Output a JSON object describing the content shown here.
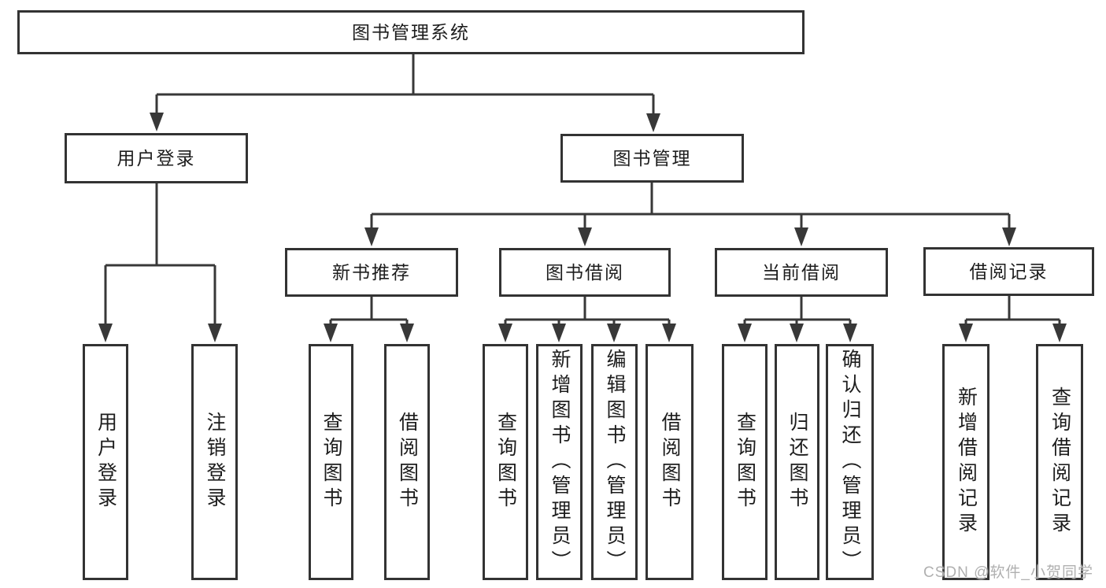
{
  "diagram_type": "hierarchy-tree",
  "tree": {
    "label": "图书管理系统",
    "children": [
      {
        "label": "用户登录",
        "children": [
          {
            "label": "用户登录"
          },
          {
            "label": "注销登录"
          }
        ]
      },
      {
        "label": "图书管理",
        "children": [
          {
            "label": "新书推荐",
            "children": [
              {
                "label": "查询图书"
              },
              {
                "label": "借阅图书"
              }
            ]
          },
          {
            "label": "图书借阅",
            "children": [
              {
                "label": "查询图书"
              },
              {
                "label": "新增图书（管理员）"
              },
              {
                "label": "编辑图书（管理员）"
              },
              {
                "label": "借阅图书"
              }
            ]
          },
          {
            "label": "当前借阅",
            "children": [
              {
                "label": "查询图书"
              },
              {
                "label": "归还图书"
              },
              {
                "label": "确认归还（管理员）"
              }
            ]
          },
          {
            "label": "借阅记录",
            "children": [
              {
                "label": "新增借阅记录"
              },
              {
                "label": "查询借阅记录"
              }
            ]
          }
        ]
      }
    ]
  },
  "watermark": {
    "text": "CSDN @软件_小贺同学"
  },
  "colors": {
    "line": "#383838",
    "box_border": "#333333",
    "text": "#1d1d1d",
    "watermark": "#acacac",
    "background": "#ffffff"
  }
}
